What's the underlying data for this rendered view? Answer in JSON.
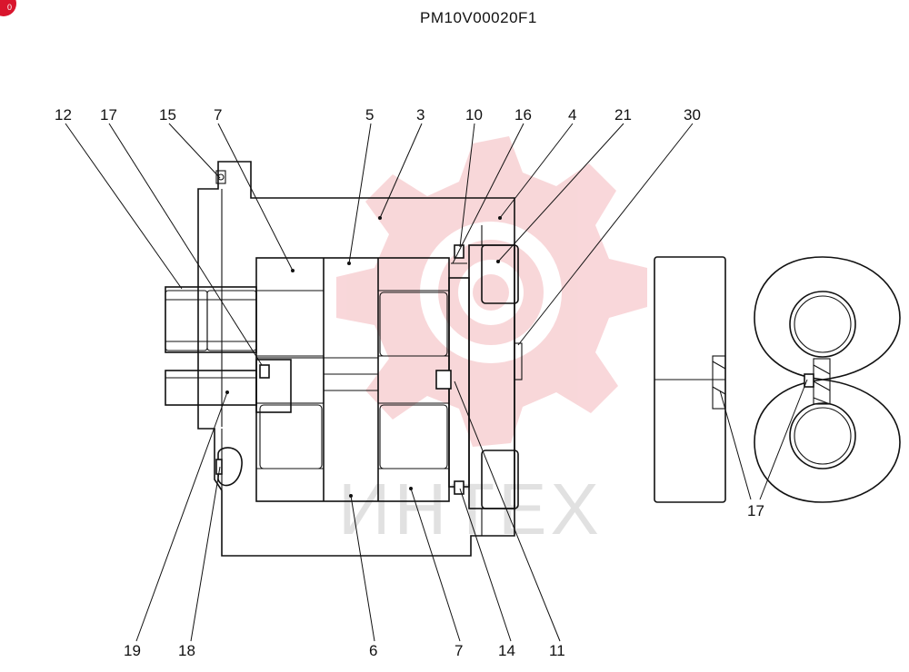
{
  "drawing_code": "PM10V00020F1",
  "watermark_text": "ИНТЕХ",
  "corner_badge": "0",
  "callouts": {
    "c12": "12",
    "c17a": "17",
    "c15": "15",
    "c7a": "7",
    "c5": "5",
    "c3": "3",
    "c10": "10",
    "c16": "16",
    "c4": "4",
    "c21": "21",
    "c30": "30",
    "c19": "19",
    "c18": "18",
    "c6": "6",
    "c7b": "7",
    "c14": "14",
    "c11": "11",
    "c17b": "17"
  },
  "colors": {
    "line": "#111111",
    "watermark_gear": "#f4b7bb",
    "watermark_text": "#d8d8d8",
    "badge": "#d9152d"
  }
}
